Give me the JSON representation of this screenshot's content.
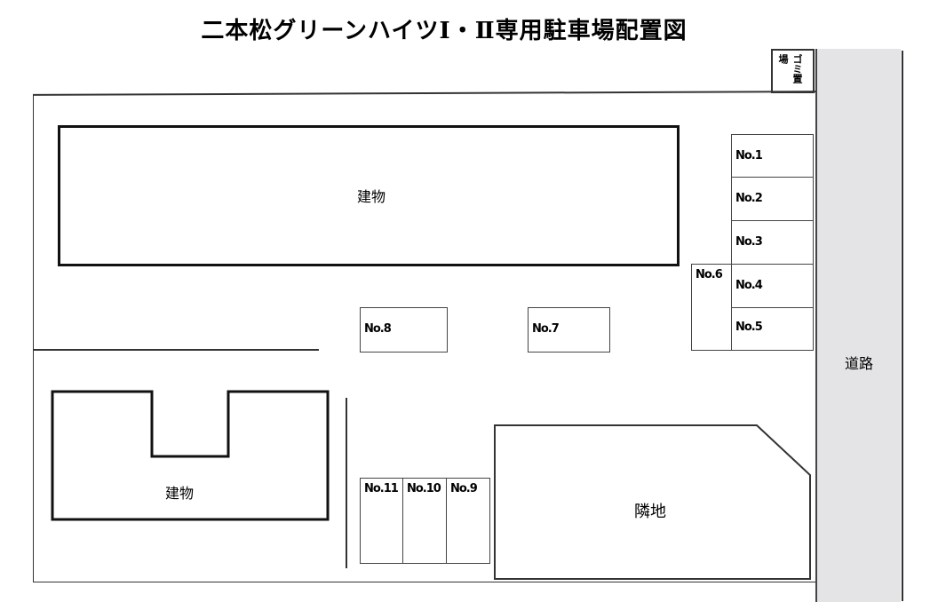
{
  "title": "二本松グリーンハイツⅠ・Ⅱ専用駐車場配置図",
  "labels": {
    "building_north": "建物",
    "building_south": "建物",
    "neighbor": "隣地",
    "road": "道路",
    "garbage": "ゴミ置場"
  },
  "slots": [
    "No.1",
    "No.2",
    "No.3",
    "No.4",
    "No.5",
    "No.6",
    "No.7",
    "No.8",
    "No.9",
    "No.10",
    "No.11"
  ],
  "colors": {
    "road": "#e4e4e6",
    "line": "#111111"
  }
}
